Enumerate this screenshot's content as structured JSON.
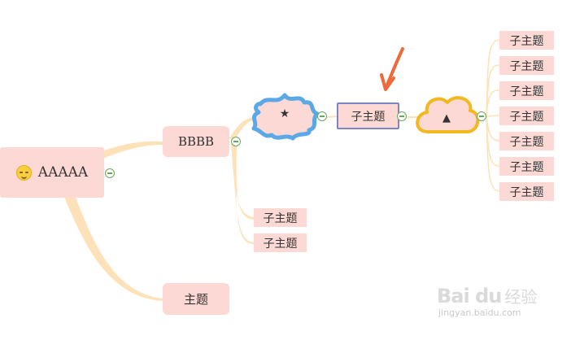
{
  "root": {
    "label": "AAAAA",
    "icon": "smiley-face-icon"
  },
  "branch": {
    "label": "BBBB"
  },
  "topic": {
    "label": "主题"
  },
  "branch_children": [
    {
      "label": "子主题"
    },
    {
      "label": "子主题"
    }
  ],
  "star_shape": {
    "icon": "star-icon",
    "glyph": "★",
    "fill": "#fcd9d5",
    "border": "#5aa9e6"
  },
  "selected_topic": {
    "label": "子主题",
    "border": "#7a86c6"
  },
  "cloud_shape": {
    "icon": "triangle-icon",
    "glyph": "▲",
    "fill": "#fcd9d5",
    "border": "#f2b820"
  },
  "cloud_children": [
    {
      "label": "子主题"
    },
    {
      "label": "子主题"
    },
    {
      "label": "子主题"
    },
    {
      "label": "子主题"
    },
    {
      "label": "子主题"
    },
    {
      "label": "子主题"
    },
    {
      "label": "子主题"
    }
  ],
  "colors": {
    "node_fill": "#fcd9d5",
    "branch_line": "#fde1b8",
    "arrow": "#ee6a3a",
    "toggle": "#68a85e"
  },
  "watermark": {
    "logo": "Bai du",
    "cn": "经验",
    "url": "jingyan.baidu.com"
  }
}
